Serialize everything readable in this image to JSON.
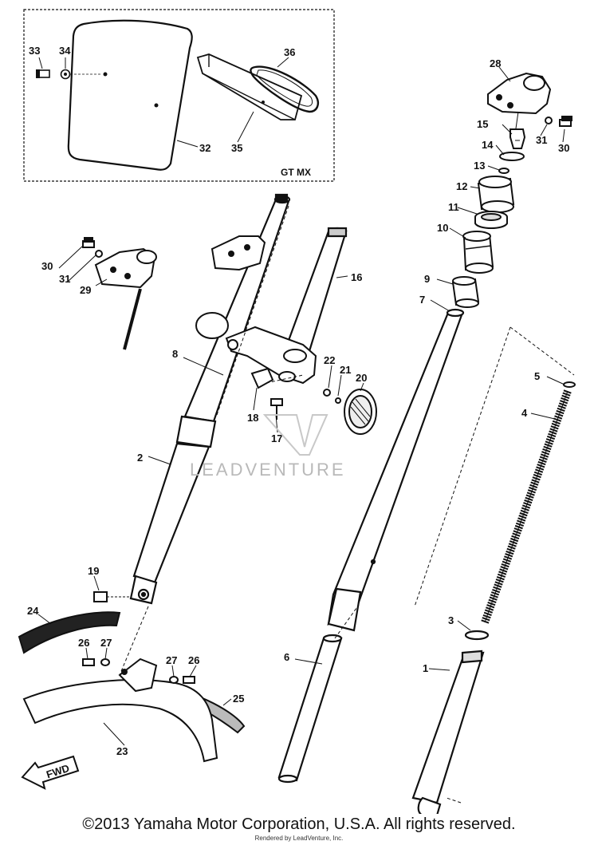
{
  "inset": {
    "label": "GT  MX"
  },
  "watermark": "LEADVENTURE",
  "arrow_label": "FWD",
  "footer": {
    "copyright": "©2013 Yamaha Motor Corporation, U.S.A. All rights reserved.",
    "rendered": "Rendered by LeadVenture, Inc."
  },
  "parts": [
    {
      "num": "33"
    },
    {
      "num": "34"
    },
    {
      "num": "36"
    },
    {
      "num": "32"
    },
    {
      "num": "35"
    },
    {
      "num": "28"
    },
    {
      "num": "15"
    },
    {
      "num": "31"
    },
    {
      "num": "30"
    },
    {
      "num": "14"
    },
    {
      "num": "13"
    },
    {
      "num": "12"
    },
    {
      "num": "11"
    },
    {
      "num": "10"
    },
    {
      "num": "9"
    },
    {
      "num": "7"
    },
    {
      "num": "30"
    },
    {
      "num": "31"
    },
    {
      "num": "29"
    },
    {
      "num": "16"
    },
    {
      "num": "8"
    },
    {
      "num": "22"
    },
    {
      "num": "21"
    },
    {
      "num": "20"
    },
    {
      "num": "18"
    },
    {
      "num": "17"
    },
    {
      "num": "5"
    },
    {
      "num": "4"
    },
    {
      "num": "2"
    },
    {
      "num": "19"
    },
    {
      "num": "24"
    },
    {
      "num": "26"
    },
    {
      "num": "27"
    },
    {
      "num": "27"
    },
    {
      "num": "26"
    },
    {
      "num": "6"
    },
    {
      "num": "3"
    },
    {
      "num": "1"
    },
    {
      "num": "25"
    },
    {
      "num": "23"
    }
  ]
}
